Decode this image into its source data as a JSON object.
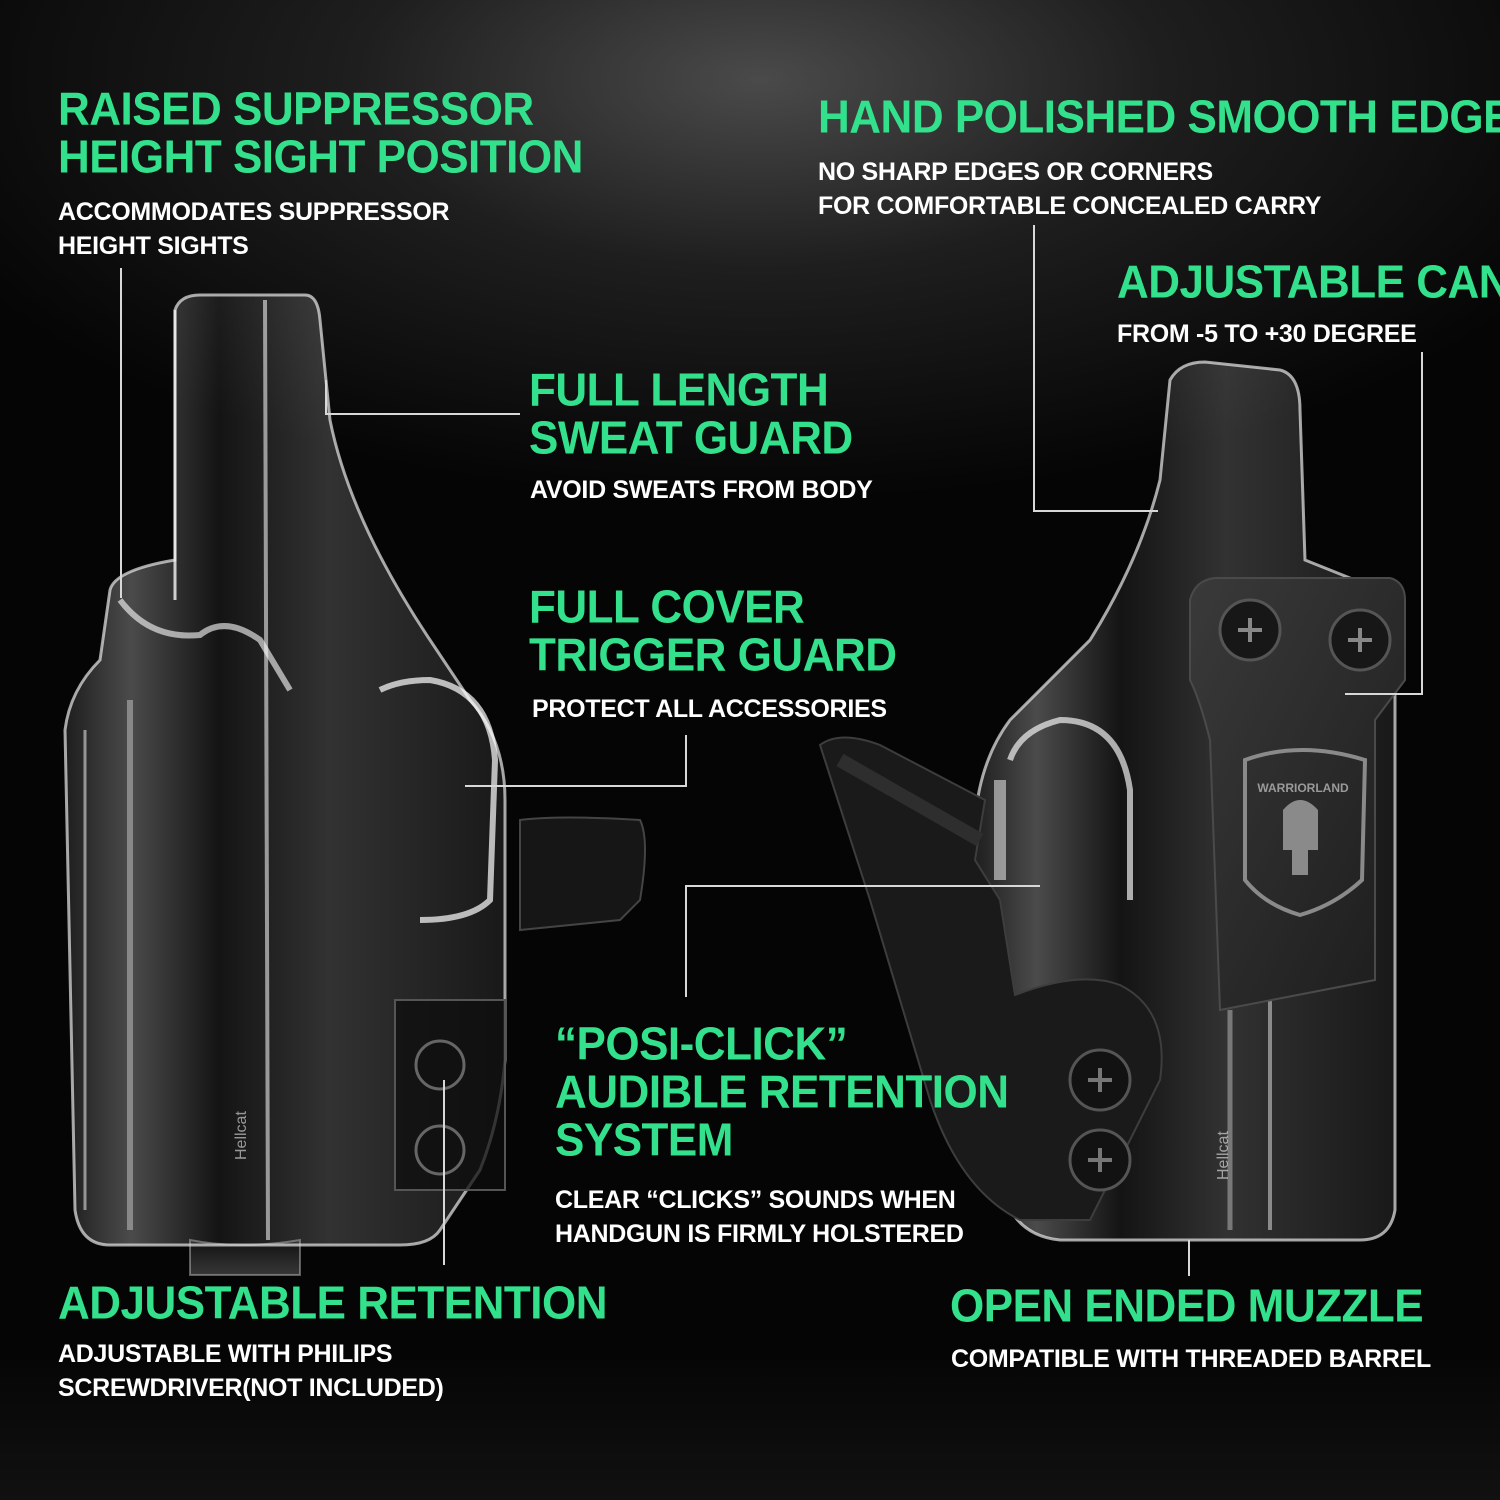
{
  "callouts": {
    "suppressor_sight": {
      "heading_1": "RAISED SUPPRESSOR",
      "heading_2": "HEIGHT SIGHT POSITION",
      "desc_1": "ACCOMMODATES SUPPRESSOR",
      "desc_2": "HEIGHT SIGHTS"
    },
    "smooth_edge": {
      "heading": "HAND POLISHED SMOOTH EDGE",
      "desc_1": "NO SHARP EDGES OR CORNERS",
      "desc_2": "FOR COMFORTABLE CONCEALED CARRY"
    },
    "cant": {
      "heading": "ADJUSTABLE CANT",
      "desc": "FROM -5 TO +30 DEGREE"
    },
    "sweat_guard": {
      "heading_1": "FULL LENGTH",
      "heading_2": "SWEAT GUARD",
      "desc": "AVOID SWEATS FROM BODY"
    },
    "trigger_guard": {
      "heading_1": "FULL COVER",
      "heading_2": "TRIGGER GUARD",
      "desc": "PROTECT ALL ACCESSORIES"
    },
    "posi_click": {
      "heading_1": "“POSI-CLICK”",
      "heading_2": "AUDIBLE RETENTION",
      "heading_3": "SYSTEM",
      "desc_1": "CLEAR “CLICKS” SOUNDS WHEN",
      "desc_2": "HANDGUN IS FIRMLY HOLSTERED"
    },
    "retention": {
      "heading": "ADJUSTABLE RETENTION",
      "desc_1": "ADJUSTABLE WITH PHILIPS",
      "desc_2": "SCREWDRIVER(NOT INCLUDED)"
    },
    "muzzle": {
      "heading": "OPEN ENDED MUZZLE",
      "desc": "COMPATIBLE WITH THREADED BARREL"
    }
  },
  "product": {
    "brand_logo": "WARRIORLAND",
    "model_mark": "Hellcat"
  },
  "colors": {
    "heading": "#33e08c",
    "text": "#ffffff",
    "background": "#000000",
    "clip": "#2b2b2b"
  },
  "icons": [
    "spartan-helmet-icon",
    "phillips-screw-icon"
  ]
}
